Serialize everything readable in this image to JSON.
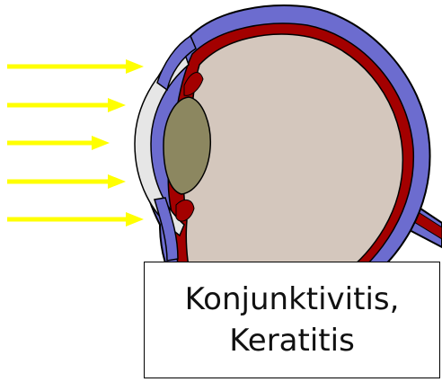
{
  "caption": {
    "line1": "Konjunktivitis,",
    "line2": "Keratitis"
  },
  "colors": {
    "light_arrows": "#ffff00",
    "sclera_outer_layer": "#6c6ccf",
    "choroid_retina": "#a30000",
    "vitreous_body": "#d4c7bd",
    "lens": "#8c8760",
    "cornea": "#e6e6e6",
    "outline": "#000000",
    "background": "#ffffff"
  },
  "icons": [
    "light-ray-arrow",
    "eye-cross-section"
  ]
}
